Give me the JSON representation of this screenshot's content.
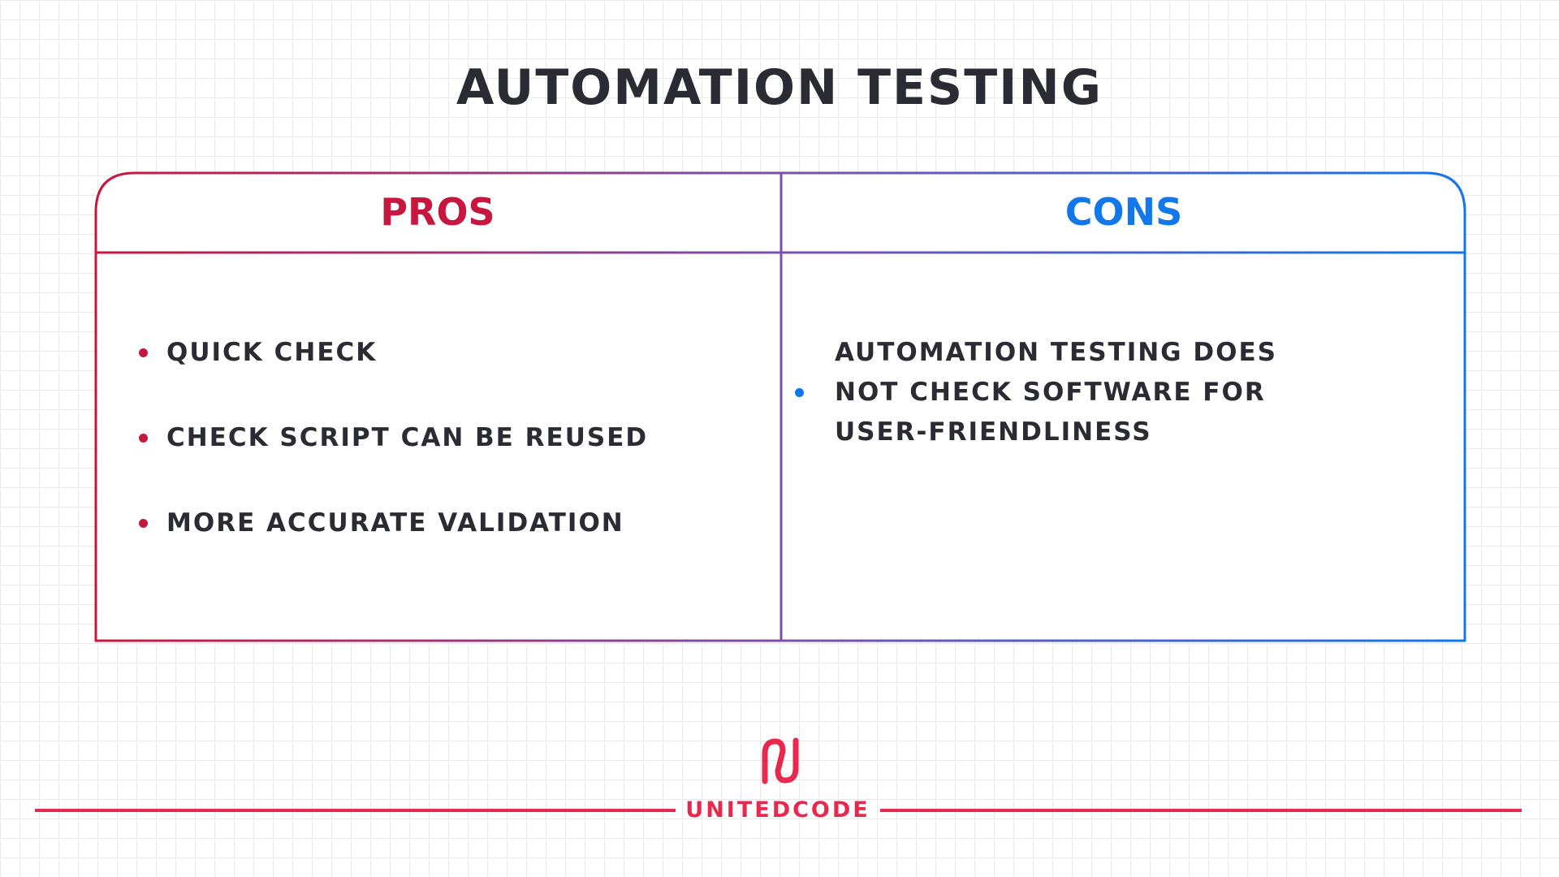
{
  "title": "AUTOMATION TESTING",
  "table": {
    "pros_header": "PROS",
    "cons_header": "CONS",
    "pros": [
      "QUICK CHECK",
      "CHECK SCRIPT CAN BE REUSED",
      "MORE ACCURATE VALIDATION"
    ],
    "cons": [
      "AUTOMATION TESTING DOES NOT CHECK SOFTWARE FOR USER-FRIENDLINESS"
    ]
  },
  "brand": {
    "name": "UNITEDCODE",
    "logo_icon": "unitedcode-logo-icon"
  },
  "colors": {
    "pros": "#c8173f",
    "cons": "#1177ea",
    "divider": "#7b4fb0",
    "brand": "#e8284c",
    "text": "#2b2b33"
  }
}
